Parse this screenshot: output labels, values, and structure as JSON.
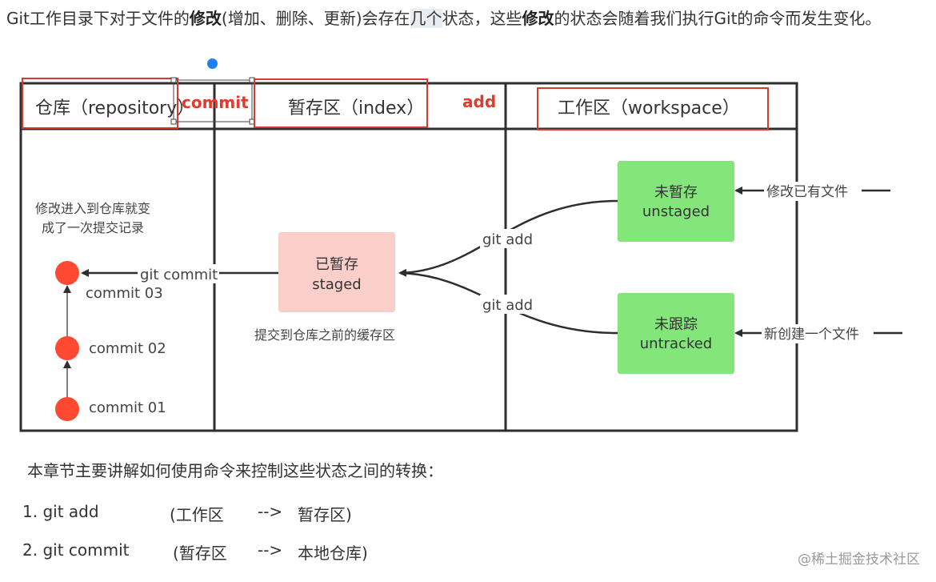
{
  "intro": {
    "p1": "Git工作目录下对于文件的",
    "bold1": "修改",
    "p2": "(增加、删除、更新)会存在",
    "highlight": "几个",
    "p3": "状态，这些",
    "bold2": "修改",
    "p4": "的状态会随着我们执行Git的命令而发生变化。"
  },
  "diagram": {
    "repo_label": "仓库（repository）",
    "index_label": "暂存区（index）",
    "workspace_label": "工作区（workspace）",
    "commit_tag": "commit",
    "add_tag": "add",
    "note_repo_line1": "修改进入到仓库就变",
    "note_repo_line2": "成了一次提交记录",
    "git_commit": "git commit",
    "commit_03": "commit  03",
    "commit_02": "commit  02",
    "commit_01": "commit  01",
    "staged_line1": "已暂存",
    "staged_line2": "staged",
    "index_note": "提交到仓库之前的缓存区",
    "git_add_top": "git add",
    "git_add_bottom": "git add",
    "unstaged_line1": "未暂存",
    "unstaged_line2": "unstaged",
    "untracked_line1": "未跟踪",
    "untracked_line2": "untracked",
    "modify_existing": "修改已有文件",
    "new_file": "新创建一个文件"
  },
  "chapter": {
    "summary": "本章节主要讲解如何使用命令来控制这些状态之间的转换：",
    "item1_cmd": "1. git add",
    "item1_from": "(工作区",
    "item1_arrow": "-->",
    "item1_to": "暂存区)",
    "item2_cmd": "2. git commit",
    "item2_from": "(暂存区",
    "item2_arrow": "-->",
    "item2_to": "本地仓库)"
  },
  "watermark": "@稀土掘金技术社区",
  "colors": {
    "frame": "#2e2e2e",
    "red_box": "#d43b2f",
    "commit_dot": "#ff4a31",
    "staged_fill": "#fbcfc9",
    "green_fill": "#82e67a",
    "label_red": "#e23a2c"
  }
}
